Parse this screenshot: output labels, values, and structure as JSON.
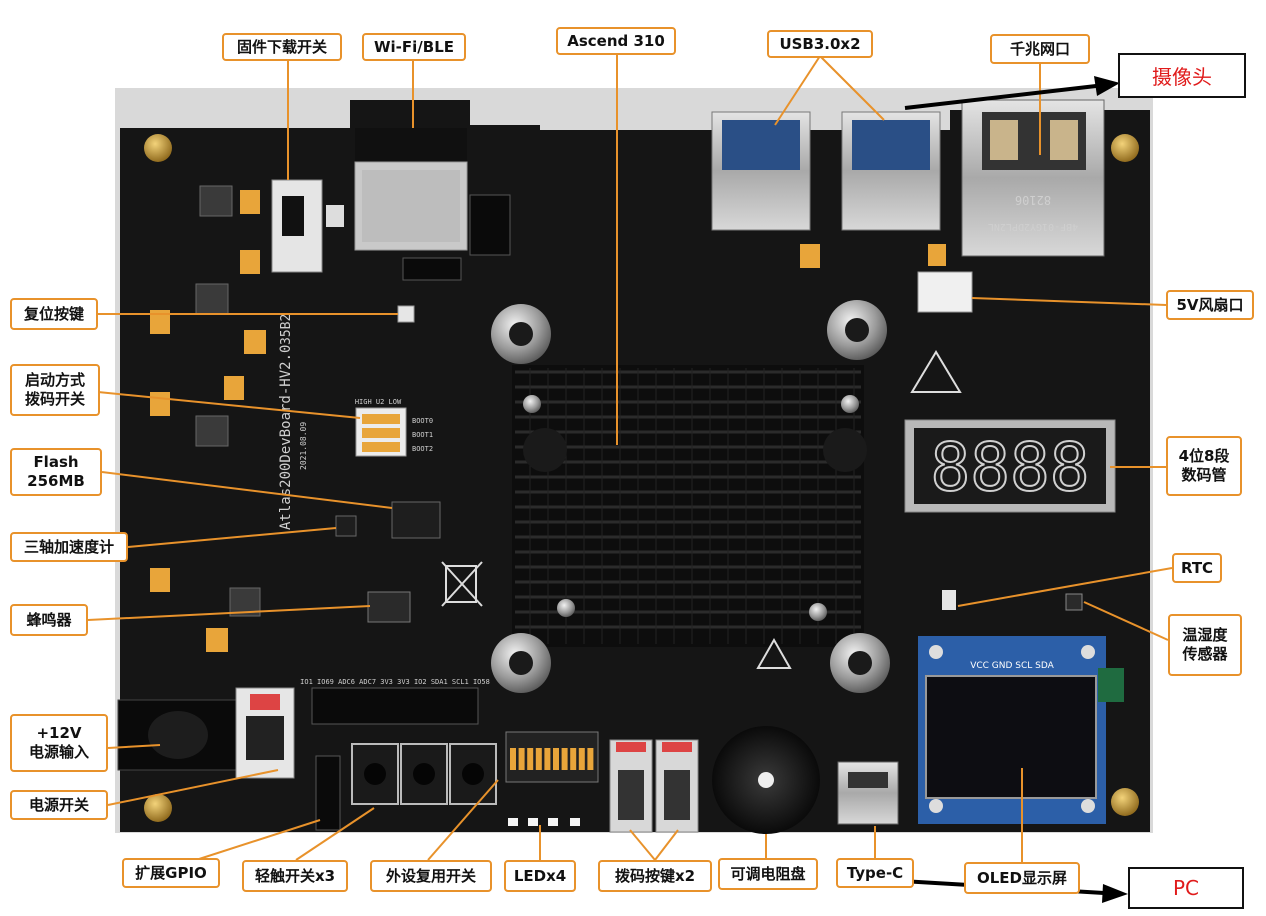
{
  "board_silkscreen": {
    "name": "Atlas200DevBoard-HV2.0",
    "date": "2021.08.09",
    "rev": "35B2",
    "boot_header": "HIGH    U2    LOW",
    "boot_labels": [
      "BOOT0",
      "BOOT1",
      "BOOT2"
    ],
    "oled_pins": "VCC GND SCL SDA",
    "gpio_header": "IO1 IO69 ADC6 ADC7 3V3 3V3 IO2 SDA1 SCL1 IO58",
    "seg_digits": "8888",
    "eth_text": "4BF-01GY2DPL2NL",
    "eth_code": "82106"
  },
  "labels": {
    "firmware_switch": "固件下载开关",
    "wifi_ble": "Wi-Fi/BLE",
    "ascend": "Ascend 310",
    "usb": "USB3.0x2",
    "ethernet": "千兆网口",
    "reset": "复位按键",
    "boot_mode": [
      "启动方式",
      "拨码开关"
    ],
    "flash": [
      "Flash",
      "256MB"
    ],
    "accelerometer": "三轴加速度计",
    "buzzer": "蜂鸣器",
    "power_input": [
      "+12V",
      "电源输入"
    ],
    "power_switch": "电源开关",
    "fan": "5V风扇口",
    "seven_seg": [
      "4位8段",
      "数码管"
    ],
    "rtc": "RTC",
    "temp_humidity": [
      "温湿度",
      "传感器"
    ],
    "gpio": "扩展GPIO",
    "tact_switch": "轻触开关x3",
    "peripheral_switch": "外设复用开关",
    "leds": "LEDx4",
    "dip_keys": "拨码按键x2",
    "potentiometer": "可调电阻盘",
    "typec": "Type-C",
    "oled": "OLED显示屏"
  },
  "annotations": {
    "camera": "摄像头",
    "pc": "PC"
  },
  "colors": {
    "leader": "#e8922b",
    "annotation_text": "#e01b1b",
    "board": "#151515"
  }
}
